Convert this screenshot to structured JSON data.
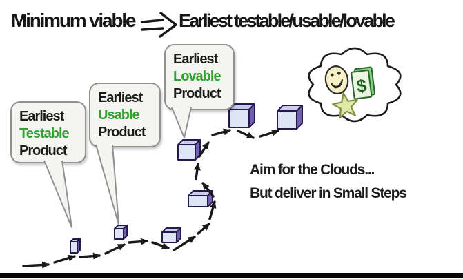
{
  "title": {
    "left": "Minimum viable",
    "right": "Earliest testable/usable/lovable"
  },
  "callouts": [
    {
      "top": "Earliest",
      "middle": "Testable",
      "bottom": "Product"
    },
    {
      "top": "Earliest",
      "middle": "Usable",
      "bottom": "Product"
    },
    {
      "top": "Earliest",
      "middle": "Lovable",
      "bottom": "Product"
    }
  ],
  "annotation": {
    "line1": "Aim for the Clouds...",
    "line2": "But deliver in Small Steps"
  },
  "cloud": {
    "money_symbol": "$",
    "icons": [
      "smiley-face-icon",
      "money-bills-icon",
      "star-icon",
      "thought-cloud"
    ]
  },
  "colors": {
    "highlight_green": "#2fa32f",
    "cube_front": "#dde4f5",
    "cube_top": "#c9cdeb",
    "cube_side": "#6f5fae",
    "arrow_black": "#1a1a1a",
    "bubble_fill": "#f4f4f1",
    "bubble_border": "#919191"
  }
}
